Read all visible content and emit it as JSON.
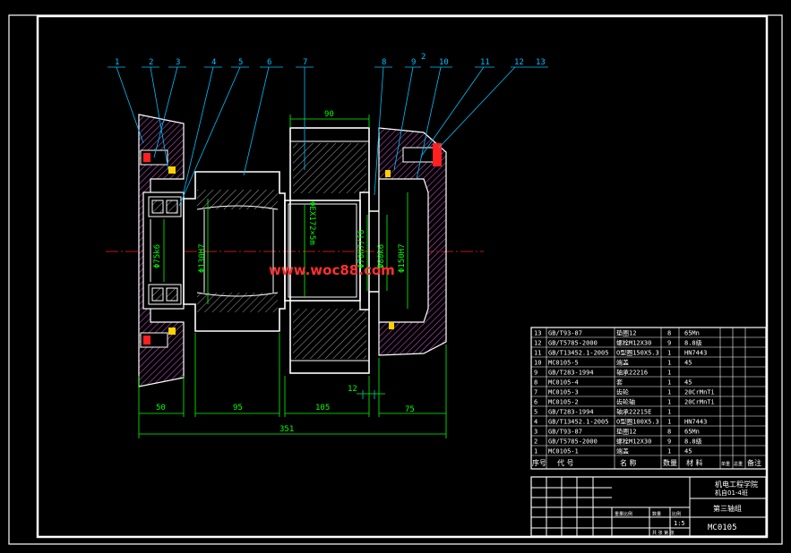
{
  "watermark": "www.woc88.com",
  "balloons": [
    "1",
    "2",
    "3",
    "4",
    "5",
    "6",
    "7",
    "8",
    "9",
    "2",
    "10",
    "11",
    "12",
    "13"
  ],
  "dims": {
    "gear_width": "90",
    "d1": "Φ75k6",
    "d2": "Φ130H7",
    "d3": "ΦEX172×5m",
    "d4": "Φ70H7/f6",
    "d5": "Φ80k6",
    "d6": "Φ150H7",
    "d_small": "12",
    "seg1": "50",
    "seg2": "95",
    "seg3": "105",
    "seg4": "75",
    "total": "351"
  },
  "bom": [
    {
      "no": "13",
      "code": "GB/T93-87",
      "name": "垫圈12",
      "qty": "8",
      "mat": "65Mn"
    },
    {
      "no": "12",
      "code": "GB/T5785-2000",
      "name": "螺栓M12X30",
      "qty": "9",
      "mat": "8.8级"
    },
    {
      "no": "11",
      "code": "GB/T13452.1-2005",
      "name": "O型圈150X5.3",
      "qty": "1",
      "mat": "HN7443"
    },
    {
      "no": "10",
      "code": "MC0105-5",
      "name": "端盖",
      "qty": "1",
      "mat": "45"
    },
    {
      "no": "9",
      "code": "GB/T283-1994",
      "name": "轴承22216",
      "qty": "1",
      "mat": ""
    },
    {
      "no": "8",
      "code": "MC0105-4",
      "name": "套",
      "qty": "1",
      "mat": "45"
    },
    {
      "no": "7",
      "code": "MC0105-3",
      "name": "齿轮",
      "qty": "1",
      "mat": "20CrMnTi"
    },
    {
      "no": "6",
      "code": "MC0105-2",
      "name": "齿轮轴",
      "qty": "1",
      "mat": "20CrMnTi"
    },
    {
      "no": "5",
      "code": "GB/T283-1994",
      "name": "轴承22215E",
      "qty": "1",
      "mat": ""
    },
    {
      "no": "4",
      "code": "GB/T13452.1-2005",
      "name": "O型圈100X5.3",
      "qty": "1",
      "mat": "HN7443"
    },
    {
      "no": "3",
      "code": "GB/T93-87",
      "name": "垫圈12",
      "qty": "8",
      "mat": "65Mn"
    },
    {
      "no": "2",
      "code": "GB/T5785-2000",
      "name": "螺栓M12X30",
      "qty": "9",
      "mat": "8.8级"
    },
    {
      "no": "1",
      "code": "MC0105-1",
      "name": "端盖",
      "qty": "1",
      "mat": "45"
    }
  ],
  "bom_header": {
    "no": "序号",
    "code": "代  号",
    "name": "名  称",
    "qty": "数量",
    "mat": "材  料",
    "a": "单重",
    "b": "总重",
    "note": "备注"
  },
  "title_block": {
    "school": "机电工程学院",
    "class": "机自01-4班",
    "part": "第三轴组",
    "drawing_no": "MC0105",
    "scale": "1:5",
    "labels": [
      "重量比例",
      "数量",
      "比例",
      "共 张 第 张"
    ]
  },
  "colors": {
    "bg": "#000000",
    "line": "#ffffff",
    "dim": "#00ff00",
    "leader": "#00c0ff",
    "hatch": "#c060c0",
    "center": "#ff2020",
    "watermark": "#ff3030",
    "text": "#ffffff",
    "title": "#ffff00"
  }
}
